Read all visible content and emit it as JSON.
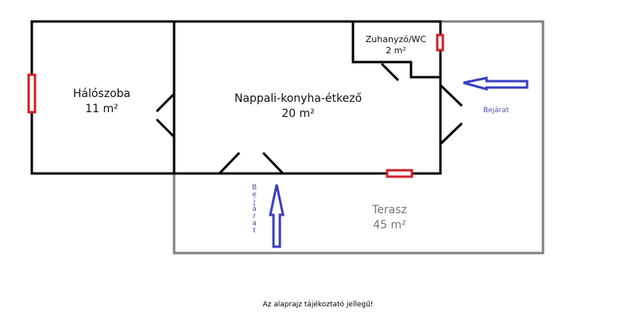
{
  "rooms": {
    "bedroom": {
      "name": "Hálószoba",
      "area": "11 m²"
    },
    "living": {
      "name": "Nappali-konyha-étkező",
      "area": "20 m²"
    },
    "bathroom": {
      "name": "Zuhanyzó/WC",
      "area": "2 m²"
    },
    "terrace": {
      "name": "Terasz",
      "area": "45 m²"
    }
  },
  "entrances": {
    "right": "Bejárat",
    "bottom": [
      "B",
      "e",
      "j",
      "á",
      "r",
      "a",
      "t"
    ]
  },
  "note": "Az alaprajz tájékoztató jellegű!",
  "colors": {
    "wall": "#000000",
    "terrace": "#808080",
    "window": "#d0202a",
    "arrow": "#3a3fbf"
  }
}
